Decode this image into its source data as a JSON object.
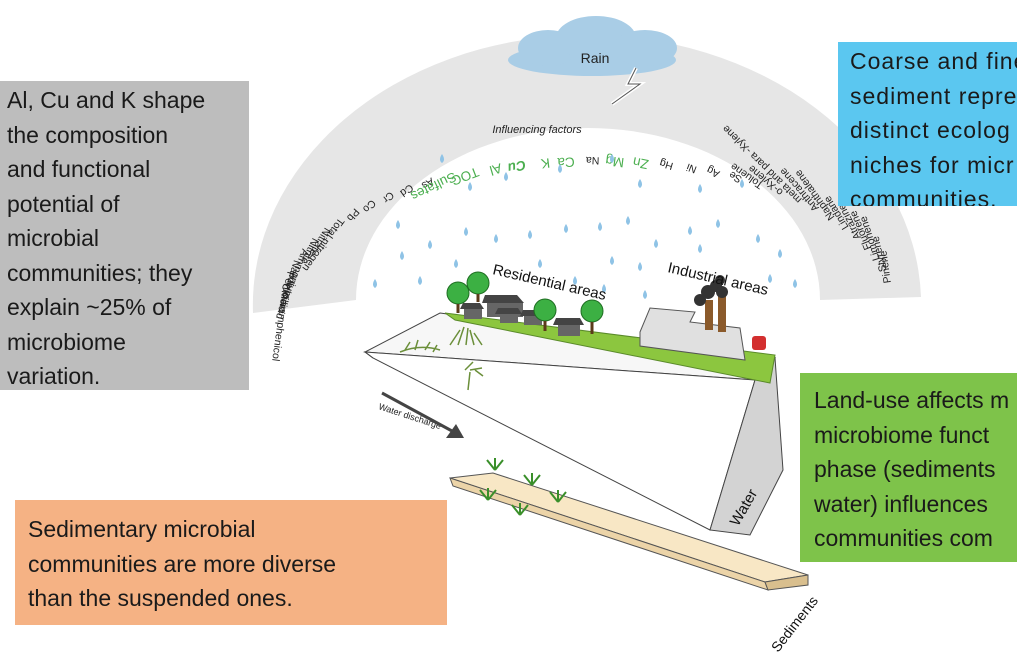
{
  "rain_label": "Rain",
  "influencing_factors_title": "Influencing factors",
  "factors_left": [
    "Chloramphenicol",
    "Penicillin",
    "Nalidixic acid",
    "Ammonium",
    "Nitrite",
    "Nitrate",
    "Total nitrogen",
    "Pb",
    "Co",
    "Cr",
    "Cd",
    "As"
  ],
  "factors_green": [
    "Sulfates",
    "TOC",
    "Al",
    "Cu",
    "K",
    "Ca",
    "Mg",
    "Zn"
  ],
  "factors_dark_mid": [
    "Na"
  ],
  "factors_right": [
    "Hg",
    "Ni",
    "Ag",
    "Se",
    "Toluene",
    "o-Xylene",
    "meta and para -Xylene",
    "Anthracene",
    "Naphthalene",
    "Lindane",
    "Atrazine",
    "Fluorene",
    "Limonene",
    "Styrene",
    "Pinene"
  ],
  "residential_label": "Residential areas",
  "industrial_label": "Industrial areas",
  "water_discharge_label": "Water discharge",
  "water_label": "Water",
  "sediments_label": "Sediments",
  "callouts": {
    "gray": [
      "Al, Cu and K shape",
      "the composition",
      "and functional",
      "potential of",
      "microbial",
      "communities; they",
      "explain ~25% of",
      "microbiome",
      "variation."
    ],
    "blue": [
      "Coarse and fine",
      "sediment repre",
      "distinct ecolog",
      "niches for micr",
      "communities."
    ],
    "green": [
      "Land-use affects m",
      "microbiome funct",
      "phase (sediments",
      "water) influences",
      "communities com"
    ],
    "orange": [
      "Sedimentary microbial",
      "communities are more diverse",
      "than the suspended ones."
    ]
  },
  "colors": {
    "arc": "#e6e6e6",
    "green_factor": "#4caf50",
    "grass": "#8cc63f",
    "rain_drop": "#8fc3e6",
    "cloud": "#a9cde6"
  }
}
